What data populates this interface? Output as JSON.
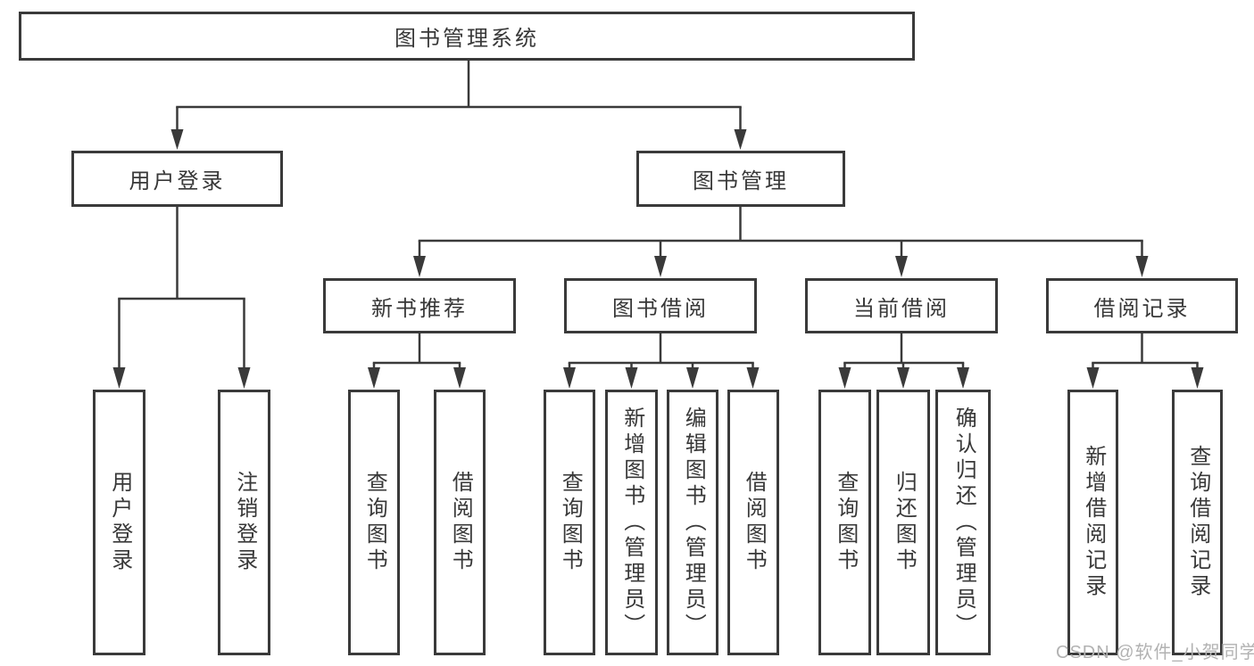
{
  "nodes": {
    "root": "图书管理系统",
    "level2": [
      {
        "label": "用户登录"
      },
      {
        "label": "图书管理"
      }
    ],
    "level3": [
      {
        "label": "新书推荐"
      },
      {
        "label": "图书借阅"
      },
      {
        "label": "当前借阅"
      },
      {
        "label": "借阅记录"
      }
    ],
    "leaves": {
      "user_login": [
        {
          "label": "用户登录"
        },
        {
          "label": "注销登录"
        }
      ],
      "new_book_recommendation": [
        {
          "label": "查询图书"
        },
        {
          "label": "借阅图书"
        }
      ],
      "book_borrowing": [
        {
          "label": "查询图书"
        },
        {
          "label": "新增图书（管理员）"
        },
        {
          "label": "编辑图书（管理员）"
        },
        {
          "label": "借阅图书"
        }
      ],
      "current_borrowing": [
        {
          "label": "查询图书"
        },
        {
          "label": "归还图书"
        },
        {
          "label": "确认归还（管理员）"
        }
      ],
      "borrowing_records": [
        {
          "label": "新增借阅记录"
        },
        {
          "label": "查询借阅记录"
        }
      ]
    }
  },
  "watermark": "CSDN @软件_小贺同学",
  "colors": {
    "line": "#3a3a3a",
    "text": "#383838",
    "background": "#ffffff",
    "watermark": "#b2b2b2"
  }
}
